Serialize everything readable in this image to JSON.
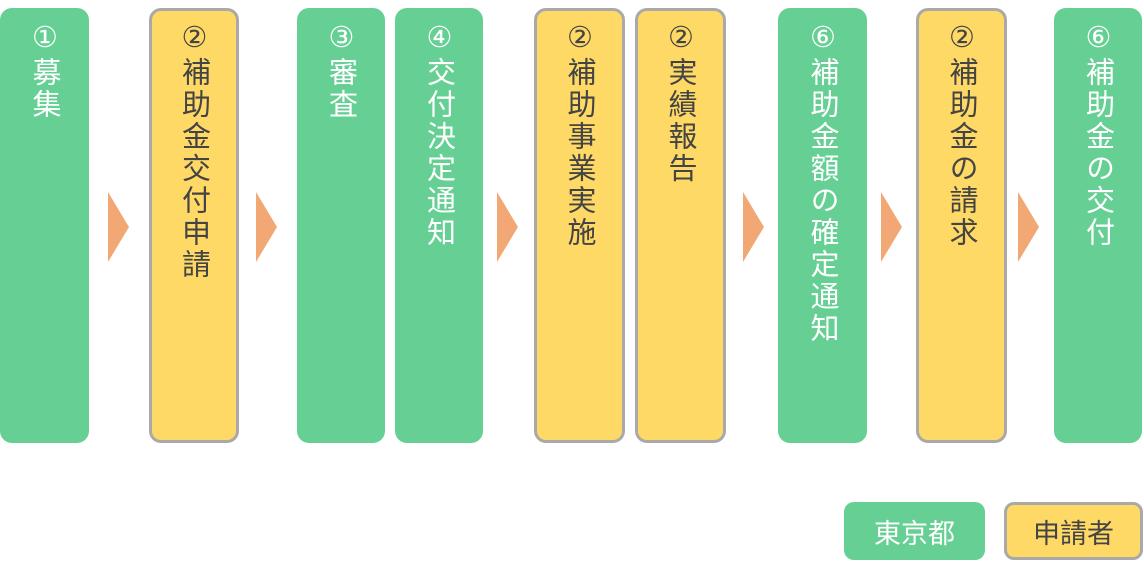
{
  "colors": {
    "tokyo": "#66CF94",
    "applicant": "#FFD966",
    "arrow": "#F2A874"
  },
  "steps": [
    {
      "label": "①募集",
      "actor": "tokyo"
    },
    {
      "label": "②補助金交付申請",
      "actor": "applicant"
    },
    {
      "label": "③審査",
      "actor": "tokyo"
    },
    {
      "label": "④交付決定通知",
      "actor": "tokyo"
    },
    {
      "label": "②補助事業実施",
      "actor": "applicant"
    },
    {
      "label": "②実績報告",
      "actor": "applicant"
    },
    {
      "label": "⑥補助金額の確定通知",
      "actor": "tokyo"
    },
    {
      "label": "②補助金の請求",
      "actor": "applicant"
    },
    {
      "label": "⑥補助金の交付",
      "actor": "tokyo"
    }
  ],
  "legend": {
    "tokyo": "東京都",
    "applicant": "申請者"
  }
}
